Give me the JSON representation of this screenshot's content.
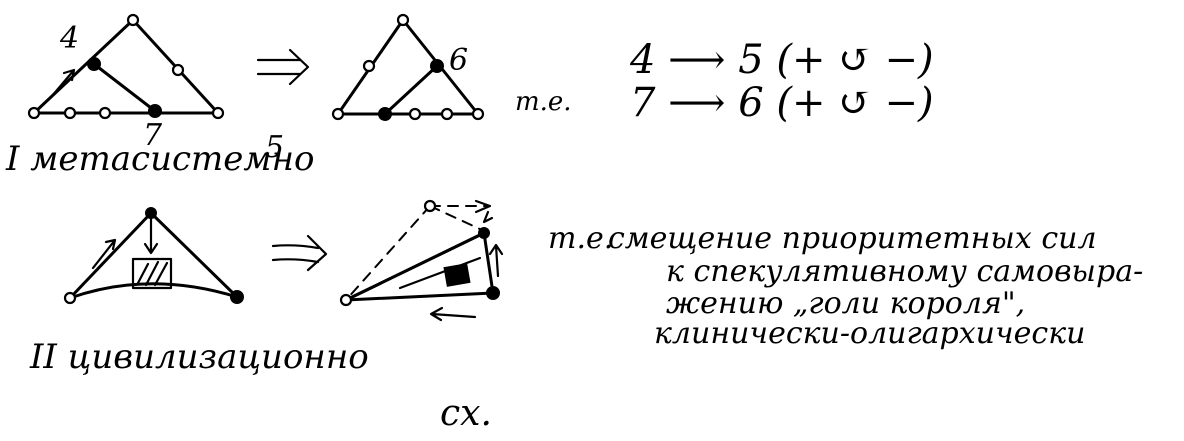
{
  "row1": {
    "left_label_top": "4",
    "left_label_bottom": "7",
    "right_label_right": "6",
    "right_label_bottom": "5",
    "ie_prefix": "т.е.",
    "line1": "4 ⟶ 5 (+ ↺ −)",
    "line2": "7 ⟶ 6 (+ ↺ −)",
    "caption": "I метасистемно"
  },
  "row2": {
    "ie_prefix": "т.е.",
    "text_lines": [
      "смещение приоритетных сил",
      "к спекулятивному самовыра-",
      "жению „голи короля\",",
      "клинически-олигархически"
    ],
    "caption": "II цивилизационно"
  },
  "footer": "сх."
}
